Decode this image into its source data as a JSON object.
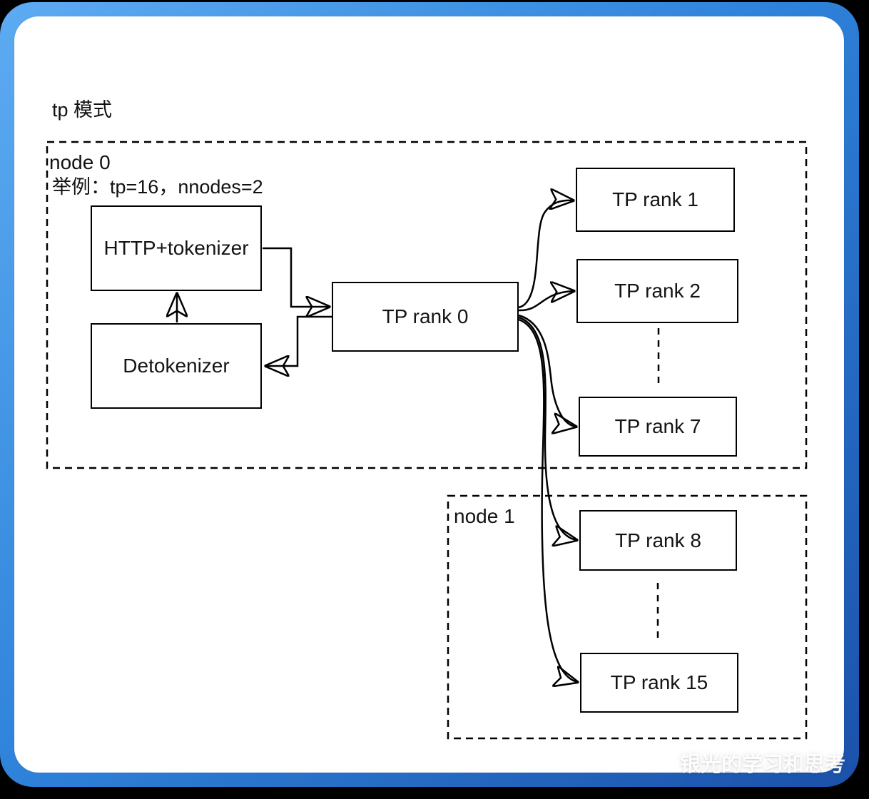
{
  "page": {
    "background_color": "#000000",
    "frame_gradient_top": "#5dabf2",
    "frame_gradient_bottom": "#1b51aa",
    "panel_color": "#ffffff",
    "line_color": "#000000"
  },
  "title": {
    "line1": "tp 模式",
    "line2": "举例：tp=16，nnodes=2"
  },
  "diagram": {
    "node0": {
      "label": "node 0"
    },
    "node1": {
      "label": "node 1"
    },
    "boxes": {
      "http_tokenizer": "HTTP+tokenizer",
      "detokenizer": "Detokenizer",
      "tp_rank_0": "TP rank 0",
      "tp_rank_1": "TP rank 1",
      "tp_rank_2": "TP rank 2",
      "tp_rank_7": "TP rank 7",
      "tp_rank_8": "TP rank 8",
      "tp_rank_15": "TP rank 15"
    }
  },
  "watermark": "银光的学习和思考"
}
